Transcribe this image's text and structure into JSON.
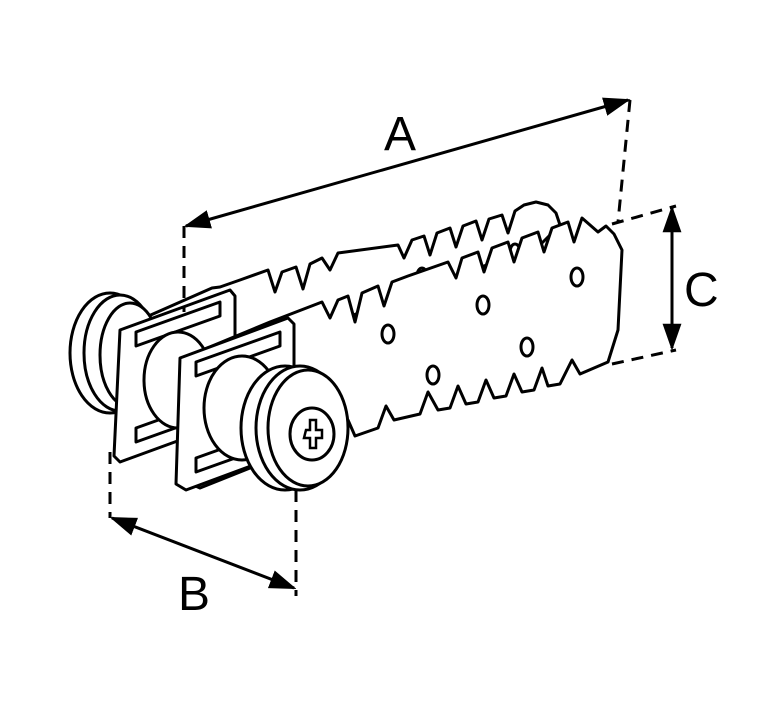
{
  "diagram": {
    "dimension_labels": {
      "a": "A",
      "b": "B",
      "c": "C"
    },
    "colors": {
      "stroke": "#000000",
      "fill": "#ffffff"
    }
  }
}
